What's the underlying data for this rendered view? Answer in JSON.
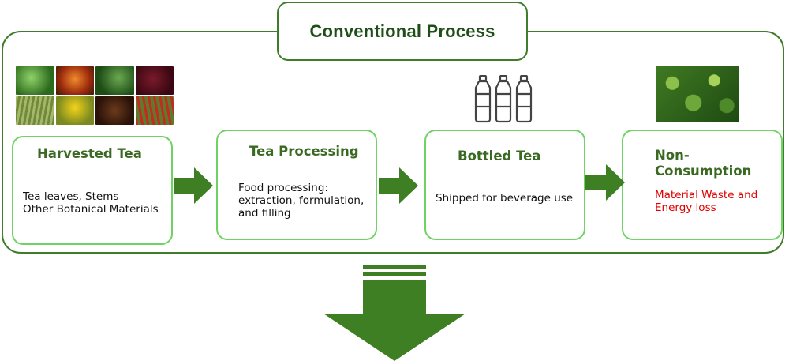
{
  "title": "Conventional Process",
  "steps": [
    {
      "title": "Harvested Tea",
      "lines": [
        "Tea leaves, Stems",
        "Other Botanical Materials"
      ]
    },
    {
      "title": "Tea Processing",
      "lines": [
        "Food processing:",
        "extraction, formulation,",
        "and filling"
      ]
    },
    {
      "title": "Bottled Tea",
      "lines": [
        "Shipped for beverage use"
      ]
    },
    {
      "title_lines": [
        "Non-",
        "Consumption"
      ],
      "lines": [
        "Material Waste and",
        "Energy loss"
      ]
    }
  ],
  "colors": {
    "frame": "#3f7d2a",
    "box_border": "#6fd364",
    "arrow": "#3d7f22",
    "title_text": "#1f4f19",
    "step_title": "#3a6a22",
    "warning_text": "#e00000"
  },
  "icons": [
    "tea-plants-photo-collage",
    "bottles-icon",
    "tea-leaves-photo"
  ]
}
